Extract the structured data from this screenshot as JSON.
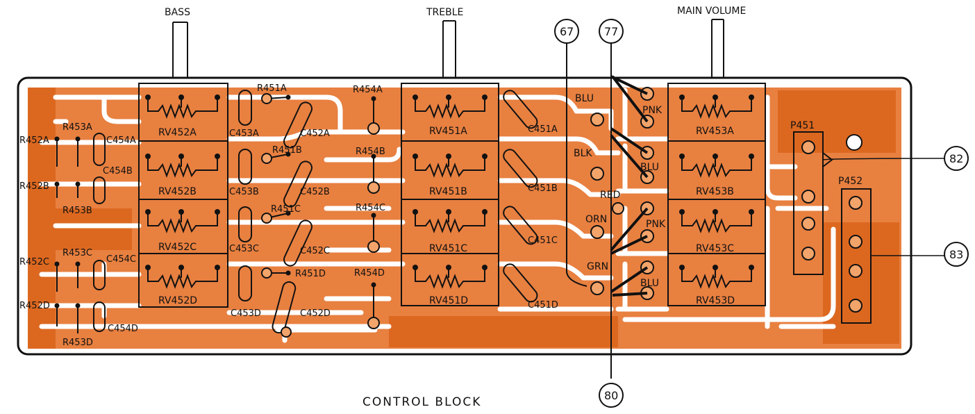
{
  "title": "CONTROL BLOCK",
  "colors": {
    "copper": "#e47d3c",
    "copper_dark": "#dd6a22",
    "copper_light": "#f0a46e",
    "trace": "#ffffff",
    "ink": "#111111",
    "board": "#ffffff"
  },
  "controls": {
    "bass": "BASS",
    "treble": "TREBLE",
    "main_volume": "MAIN VOLUME"
  },
  "callouts": {
    "c67": "67",
    "c77": "77",
    "c80": "80",
    "c82": "82",
    "c83": "83"
  },
  "connectors": {
    "p451": "P451",
    "p452": "P452"
  },
  "wires": {
    "blu1": "BLU",
    "pnk1": "PNK",
    "blk": "BLK",
    "blu2": "BLU",
    "red": "RED",
    "orn": "ORN",
    "pnk2": "PNK",
    "grn": "GRN",
    "blu3": "BLU"
  },
  "parts": {
    "rv452a": "RV452A",
    "rv452b": "RV452B",
    "rv452c": "RV452C",
    "rv452d": "RV452D",
    "rv451a": "RV451A",
    "rv451b": "RV451B",
    "rv451c": "RV451C",
    "rv451d": "RV451D",
    "rv453a": "RV453A",
    "rv453b": "RV453B",
    "rv453c": "RV453C",
    "rv453d": "RV453D",
    "r452a": "R452A",
    "r452b": "R452B",
    "r452c": "R452C",
    "r452d": "R452D",
    "r453a": "R453A",
    "r453b": "R453B",
    "r453c": "R453C",
    "r453d": "R453D",
    "c454a": "C454A",
    "c454b": "C454B",
    "c454c": "C454C",
    "c454d": "C454D",
    "c453a": "C453A",
    "c453b": "C453B",
    "c453c": "C453C",
    "c453d": "C453D",
    "c452a": "C452A",
    "c452b": "C452B",
    "c452c": "C452C",
    "c452d": "C452D",
    "r451a": "R451A",
    "r451b": "R451B",
    "r451c": "R451C",
    "r451d": "R451D",
    "r454a": "R454A",
    "r454b": "R454B",
    "r454c": "R454C",
    "r454d": "R454D",
    "c451a": "C451A",
    "c451b": "C451B",
    "c451c": "C451C",
    "c451d": "C451D"
  }
}
